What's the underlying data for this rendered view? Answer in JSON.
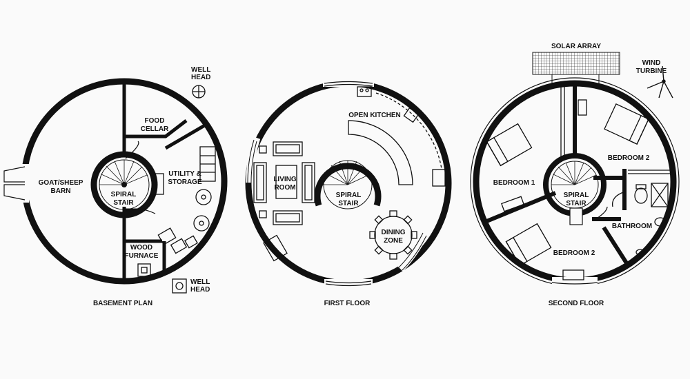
{
  "plans": [
    {
      "title": "BASEMENT PLAN",
      "rooms": {
        "barn": [
          "GOAT/SHEEP",
          "BARN"
        ],
        "cellar": [
          "FOOD",
          "CELLAR"
        ],
        "utility": [
          "UTILITY &",
          "STORAGE"
        ],
        "stair": [
          "SPIRAL",
          "STAIR"
        ],
        "furnace": [
          "WOOD",
          "FURNACE"
        ]
      },
      "well_top": [
        "WELL",
        "HEAD"
      ],
      "well_bottom": [
        "WELL",
        "HEAD"
      ]
    },
    {
      "title": "FIRST FLOOR",
      "rooms": {
        "kitchen": [
          "OPEN KITCHEN"
        ],
        "living": [
          "LIVING",
          "ROOM"
        ],
        "stair": [
          "SPIRAL",
          "STAIR"
        ],
        "dining": [
          "DINING",
          "ZONE"
        ]
      }
    },
    {
      "title": "SECOND FLOOR",
      "rooms": {
        "bed1": [
          "BEDROOM 1"
        ],
        "bed2a": [
          "BEDROOM 2"
        ],
        "bed2b": [
          "BEDROOM 2"
        ],
        "stair": [
          "SPIRAL",
          "STAIR"
        ],
        "bath": [
          "BATHROOM"
        ]
      },
      "solar": [
        "SOLAR ARRAY"
      ],
      "wind": [
        "WIND",
        "TURBINE"
      ]
    }
  ],
  "colors": {
    "wall": "#111111",
    "background": "#fafafa"
  }
}
